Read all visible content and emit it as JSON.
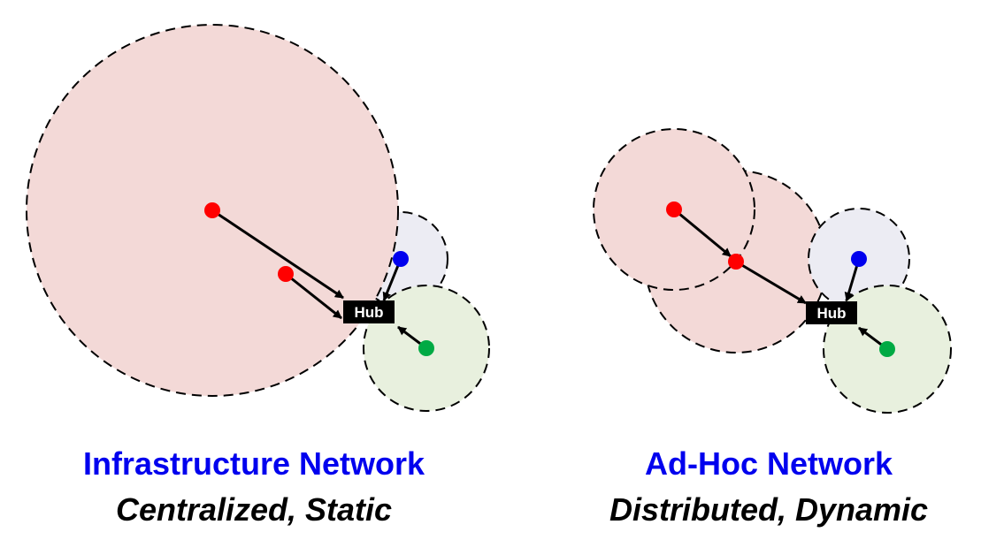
{
  "colors": {
    "red_node": "#ff0000",
    "blue_node": "#0000ee",
    "green_node": "#00aa44",
    "red_range_fill": "#f3d9d7",
    "blue_range_fill": "#ececf3",
    "green_range_fill": "#e8f0de",
    "hub_fill": "#000000",
    "title_color": "#0000ee",
    "subtitle_color": "#000000"
  },
  "infrastructure": {
    "title": "Infrastructure Network",
    "subtitle": "Centralized, Static",
    "hub_label": "Hub"
  },
  "adhoc": {
    "title": "Ad-Hoc Network",
    "subtitle": "Distributed, Dynamic",
    "hub_label": "Hub"
  }
}
